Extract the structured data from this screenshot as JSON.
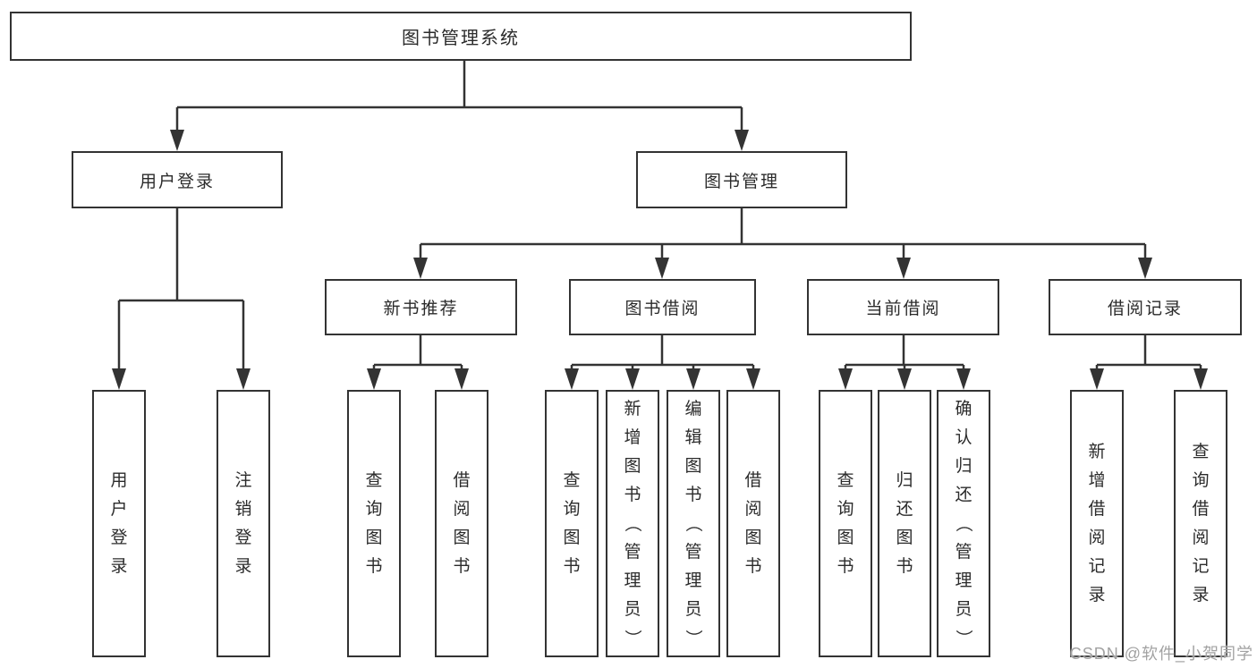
{
  "tree": {
    "root": "图书管理系统",
    "children": [
      {
        "label": "用户登录",
        "children": [
          "用户登录",
          "注销登录"
        ]
      },
      {
        "label": "图书管理",
        "children": [
          {
            "label": "新书推荐",
            "children": [
              "查询图书",
              "借阅图书"
            ]
          },
          {
            "label": "图书借阅",
            "children": [
              "查询图书",
              "新增图书（管理员）",
              "编辑图书（管理员）",
              "借阅图书"
            ]
          },
          {
            "label": "当前借阅",
            "children": [
              "查询图书",
              "归还图书",
              "确认归还（管理员）"
            ]
          },
          {
            "label": "借阅记录",
            "children": [
              "新增借阅记录",
              "查询借阅记录"
            ]
          }
        ]
      }
    ]
  },
  "watermark": "CSDN @软件_小贺同学",
  "colors": {
    "line": "#333333",
    "box_border": "#333333",
    "text": "#2b2b2b",
    "watermark": "#a2a2a2",
    "background": "#ffffff"
  }
}
